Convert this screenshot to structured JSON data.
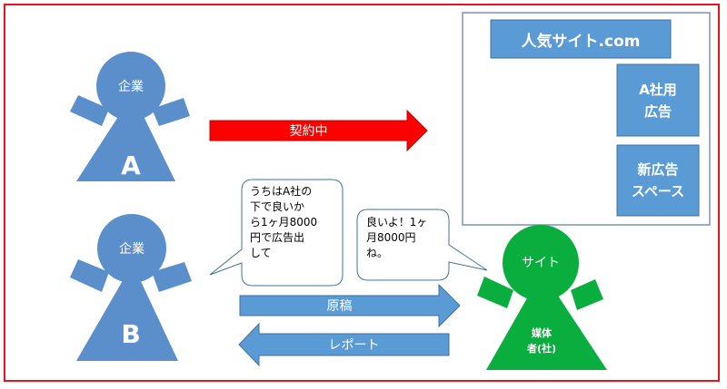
{
  "colors": {
    "frame": "#e8141b",
    "person_blue": "#5b8fcb",
    "box_blue": "#5b9bd5",
    "site_green": "#0aae3f",
    "contract_red": "#ff0000",
    "site_box_border": "#7a93b3"
  },
  "site_panel": {
    "title": "人気サイト.com",
    "ad_slot_a": "A社用\n広告",
    "ad_slot_new": "新広告\nスペース"
  },
  "company_a": {
    "head_label": "企業",
    "body_letter": "A"
  },
  "company_b": {
    "head_label": "企業",
    "body_letter": "B"
  },
  "media": {
    "head_label": "サイト",
    "body_label": "媒体\n者(社)"
  },
  "arrows": {
    "contract": "契約中",
    "manuscript": "原稿",
    "report": "レポート"
  },
  "bubbles": {
    "company_b": "うちはA社の\n下で良いか\nら1ヶ月8000\n円で広告出\nして",
    "media": "良いよ！1ヶ\n月8000円\nね。"
  }
}
